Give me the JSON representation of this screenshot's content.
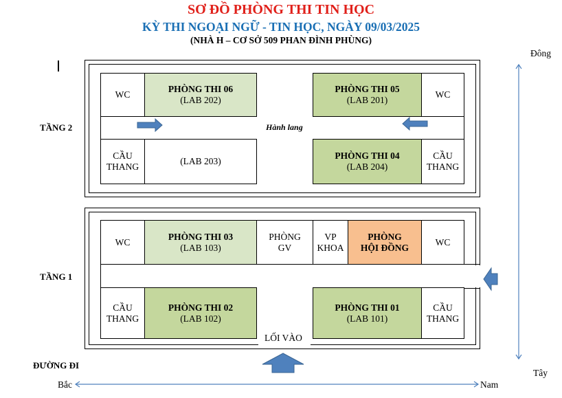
{
  "header": {
    "title": "SƠ ĐỒ PHÒNG THI TIN HỌC",
    "subtitle": "KỲ THI NGOẠI NGỮ - TIN HỌC, NGÀY 09/03/2025",
    "location": "(NHÀ H – CƠ SỞ 509 PHAN ĐÌNH PHÙNG)"
  },
  "floor2": {
    "label": "TẦNG 2",
    "corridor": "Hành lang",
    "wc_left": "WC",
    "room06": {
      "name": "PHÒNG THI 06",
      "lab": "(LAB 202)"
    },
    "room05": {
      "name": "PHÒNG THI 05",
      "lab": "(LAB 201)"
    },
    "wc_right": "WC",
    "stairs_left": {
      "line1": "CẦU",
      "line2": "THANG"
    },
    "lab203": "(LAB 203)",
    "room04": {
      "name": "PHÒNG THI 04",
      "lab": "(LAB 204)"
    },
    "stairs_right": {
      "line1": "CẦU",
      "line2": "THANG"
    }
  },
  "floor1": {
    "label": "TẦNG 1",
    "wc_left": "WC",
    "room03": {
      "name": "PHÒNG THI 03",
      "lab": "(LAB 103)"
    },
    "gv": {
      "line1": "PHÒNG",
      "line2": "GV"
    },
    "khoa": {
      "line1": "VP",
      "line2": "KHOA"
    },
    "council": {
      "line1": "PHÒNG",
      "line2": "HỘI ĐỒNG"
    },
    "wc_right": "WC",
    "stairs_left": {
      "line1": "CẦU",
      "line2": "THANG"
    },
    "room02": {
      "name": "PHÒNG THI 02",
      "lab": "(LAB 102)"
    },
    "room01": {
      "name": "PHÒNG THI 01",
      "lab": "(LAB 101)"
    },
    "stairs_right": {
      "line1": "CẦU",
      "line2": "THANG"
    },
    "entrance": "LỐI VÀO"
  },
  "road_label": "ĐƯỜNG ĐI",
  "compass": {
    "east": "Đông",
    "west": "Tây",
    "north": "Bắc",
    "south": "Nam"
  },
  "colors": {
    "title_red": "#e0201a",
    "title_blue": "#1a6fb4",
    "room_light_green": "#d9e6c7",
    "room_green": "#c4d79d",
    "room_orange": "#f8bf8f",
    "arrow_blue": "#4f81bd"
  }
}
